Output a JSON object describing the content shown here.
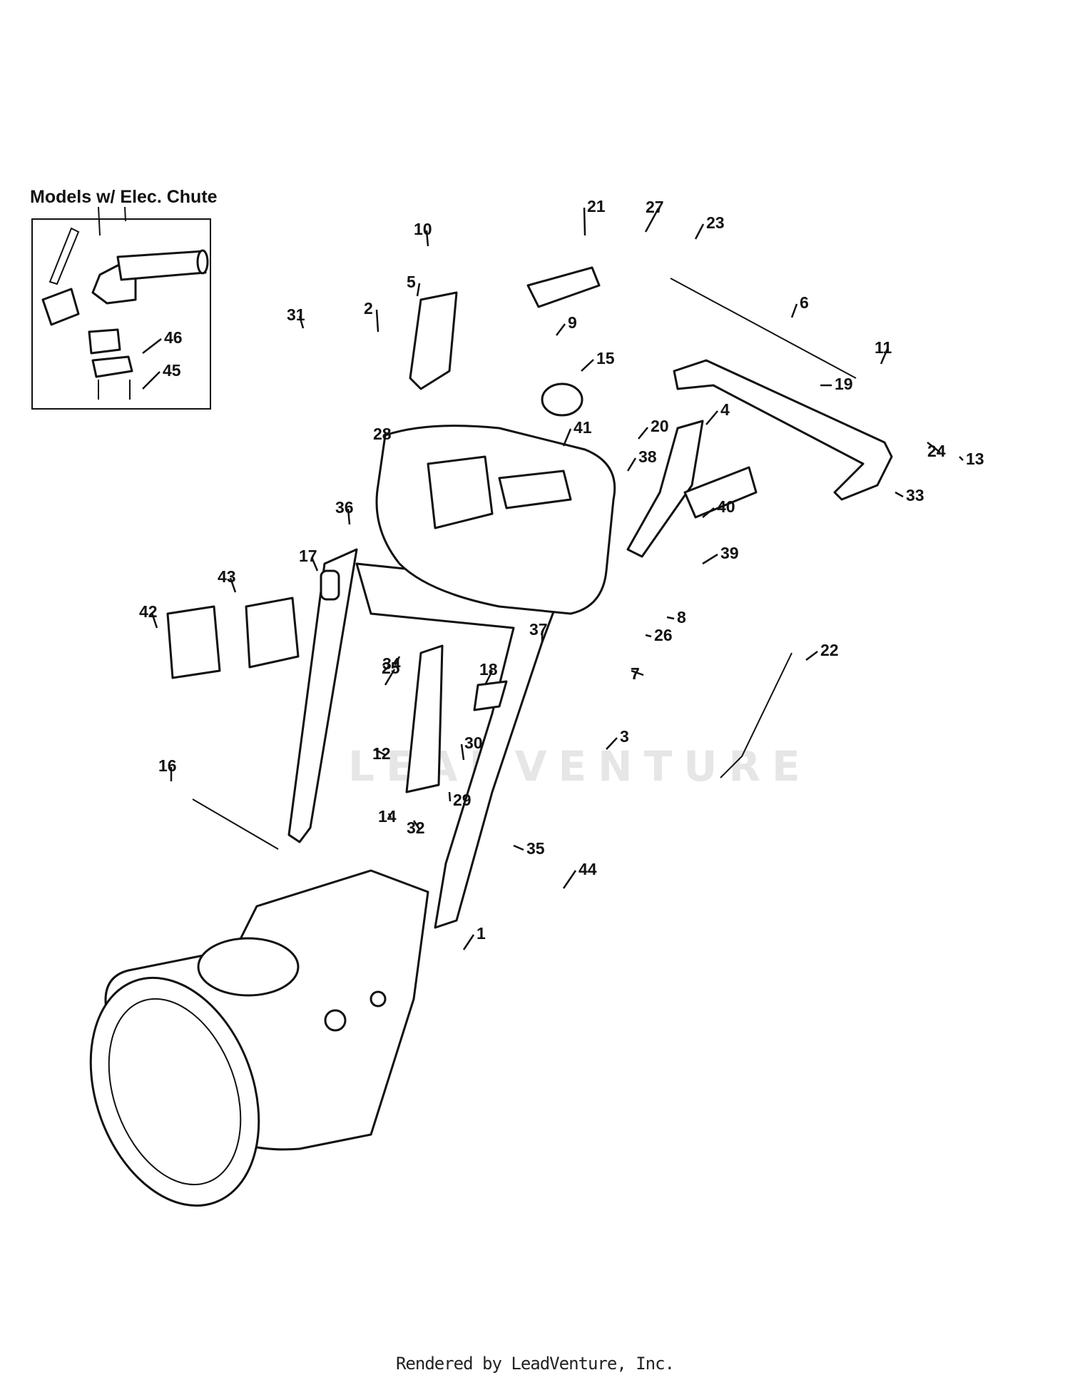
{
  "inset": {
    "title": "Models w/ Elec. Chute"
  },
  "watermark": "LEADVENTURE",
  "footer": "Rendered by LeadVenture, Inc.",
  "callouts": [
    {
      "label": "1"
    },
    {
      "label": "2"
    },
    {
      "label": "3"
    },
    {
      "label": "4"
    },
    {
      "label": "5"
    },
    {
      "label": "6"
    },
    {
      "label": "7"
    },
    {
      "label": "8"
    },
    {
      "label": "9"
    },
    {
      "label": "10"
    },
    {
      "label": "11"
    },
    {
      "label": "12"
    },
    {
      "label": "13"
    },
    {
      "label": "14"
    },
    {
      "label": "15"
    },
    {
      "label": "16"
    },
    {
      "label": "17"
    },
    {
      "label": "18"
    },
    {
      "label": "19"
    },
    {
      "label": "20"
    },
    {
      "label": "21"
    },
    {
      "label": "22"
    },
    {
      "label": "23"
    },
    {
      "label": "24"
    },
    {
      "label": "25"
    },
    {
      "label": "26"
    },
    {
      "label": "27"
    },
    {
      "label": "28"
    },
    {
      "label": "29"
    },
    {
      "label": "30"
    },
    {
      "label": "31"
    },
    {
      "label": "32"
    },
    {
      "label": "33"
    },
    {
      "label": "34"
    },
    {
      "label": "35"
    },
    {
      "label": "36"
    },
    {
      "label": "37"
    },
    {
      "label": "38"
    },
    {
      "label": "39"
    },
    {
      "label": "40"
    },
    {
      "label": "41"
    },
    {
      "label": "42"
    },
    {
      "label": "43"
    },
    {
      "label": "44"
    },
    {
      "label": "45"
    },
    {
      "label": "46"
    }
  ]
}
